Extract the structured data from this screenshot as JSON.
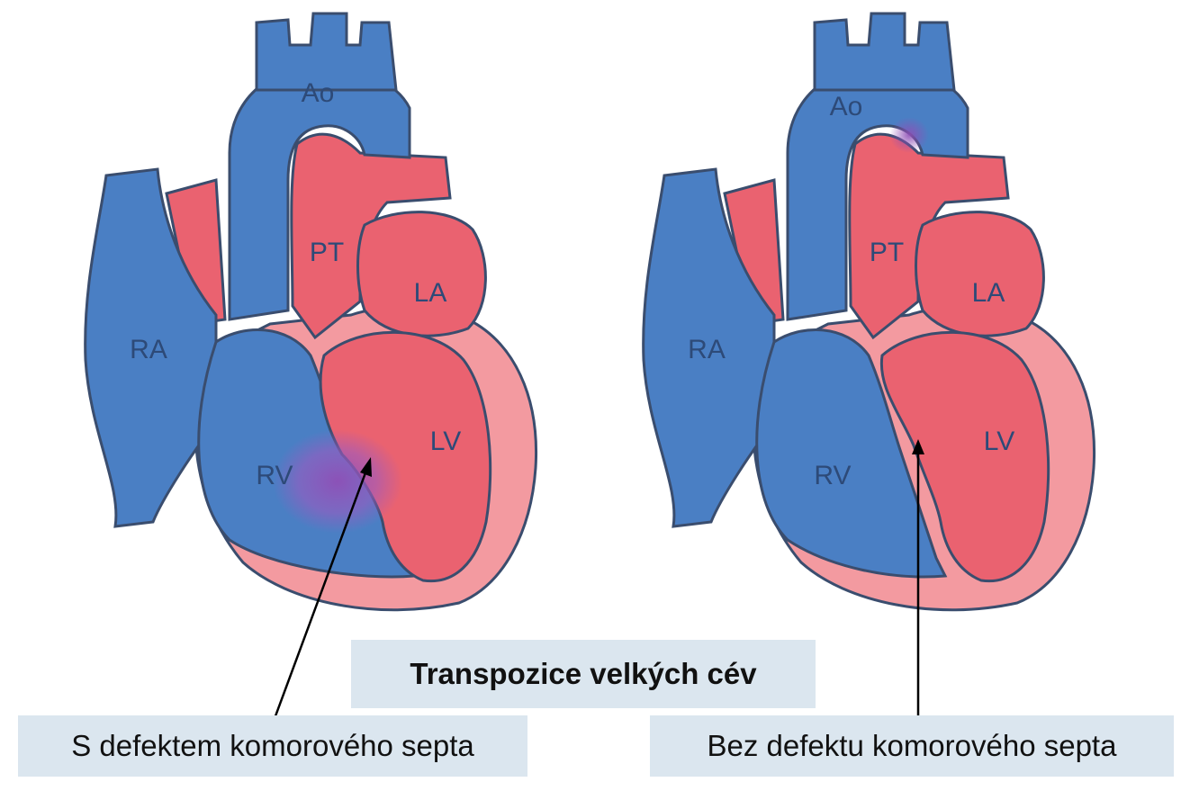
{
  "diagram": {
    "title": "Transpozice velkých cév",
    "left_caption": "S defektem komorového septa",
    "right_caption": "Bez defektu komorového septa",
    "chamber_labels": {
      "ao": "Ao",
      "pt": "PT",
      "la": "LA",
      "ra": "RA",
      "rv": "RV",
      "lv": "LV"
    },
    "colors": {
      "deoxygenated_blue": "#4a7fc4",
      "oxygenated_red": "#ea6270",
      "wall_pink": "#f39aa0",
      "mixing_purple": "#8f4fb6",
      "outline": "#3a4d6e",
      "caption_box": "#dbe6ef"
    }
  }
}
